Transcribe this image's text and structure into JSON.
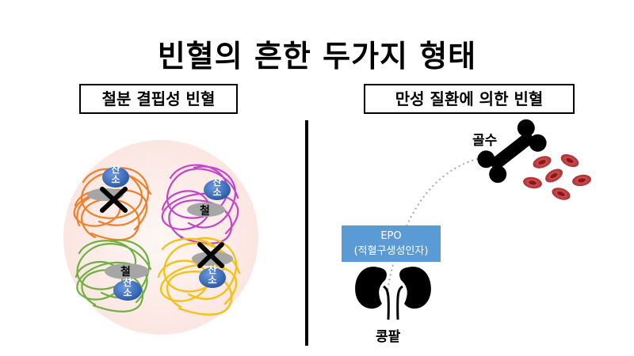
{
  "title": "빈혈의 흔한 두가지 형태",
  "left_panel": {
    "label": "철분 결핍성 빈혈",
    "oxygen_text": [
      "산",
      "소"
    ],
    "iron_text": "철",
    "cross_glyph": "✕"
  },
  "right_panel": {
    "label": "만성 질환에 의한 빈혈",
    "bone_label": "골수",
    "kidney_label": "콩팥",
    "epo_line1": "EPO",
    "epo_line2": "(적혈구생성인자)"
  },
  "colors": {
    "background_circle": "#fdefec",
    "orange": "#f07f2a",
    "magenta": "#c545c9",
    "green": "#70b043",
    "yellow": "#f3c218",
    "oxygen_blue": "#3e6fc2",
    "iron_gray": "#a6a6a6",
    "rbc_red": "#c0282d",
    "epo_blue": "#5b9bd5"
  }
}
